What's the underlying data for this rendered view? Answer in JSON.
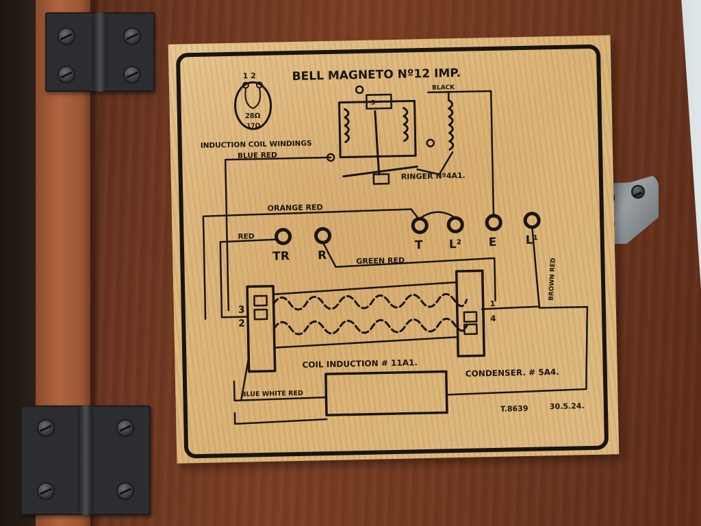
{
  "plate": {
    "title": "BELL MAGNETO Nº12 IMP.",
    "coil_top_numbers": "1 2",
    "coil_inner_1": "28Ω",
    "coil_inner_2": "17Ω",
    "induction_coil_windings": "INDUCTION COIL WINDINGS",
    "blue_red": "BLUE RED",
    "black": "BLACK",
    "ringer": "RINGER Nº4A1.",
    "ringer_s": "S",
    "orange_red": "ORANGE RED",
    "red": "RED",
    "terminals": [
      "TR",
      "R",
      "T",
      "L²",
      "E",
      "L¹"
    ],
    "green_red": "GREEN RED",
    "brown_red": "BROWN RED",
    "coil_num_3": "3",
    "coil_num_2": "2",
    "coil_num_1": "1",
    "coil_num_4": "4",
    "coil_induction": "COIL INDUCTION # 11A1.",
    "blue_white_red": "BLUE WHITE RED",
    "condenser": "CONDENSER. # 5A4.",
    "ref": "T.8639",
    "date": "30.5.24."
  },
  "colors": {
    "plate": "#d9b173",
    "ink": "#1a1410",
    "wood": "#6e371f"
  }
}
